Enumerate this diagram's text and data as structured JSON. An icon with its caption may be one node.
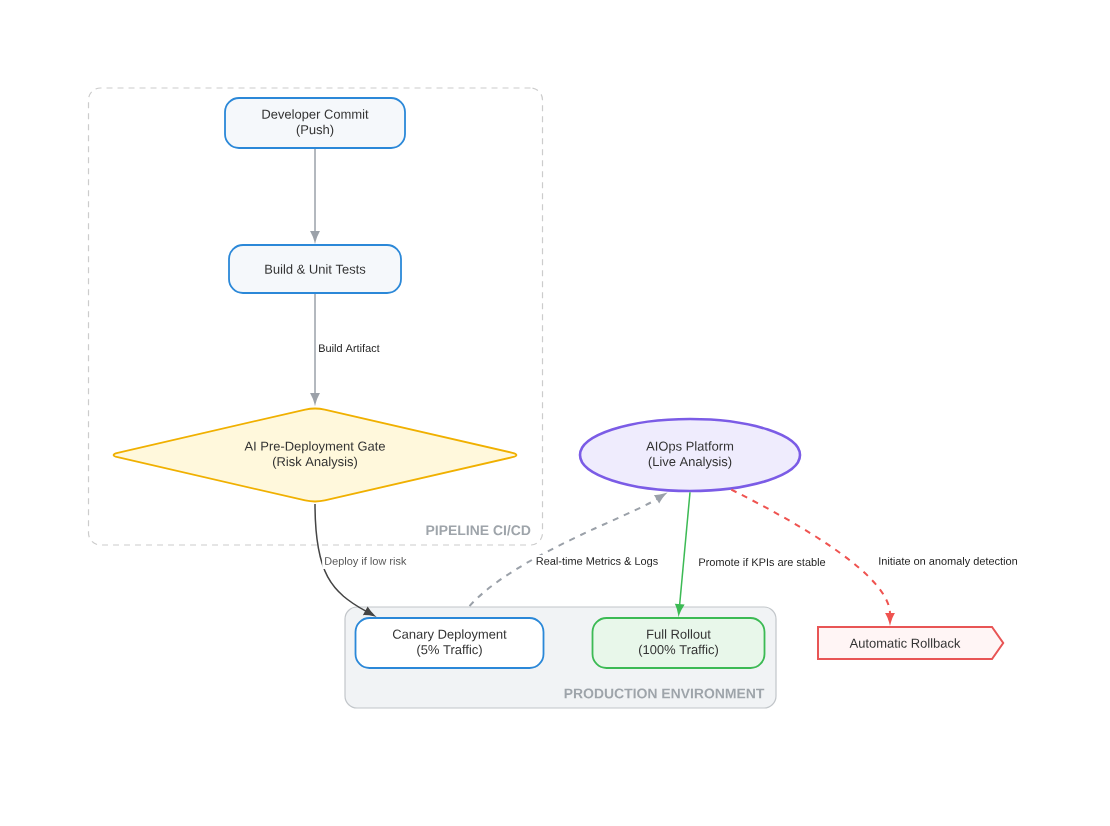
{
  "diagram": {
    "nodes": [
      {
        "text": [
          "PIPELINE CI/CD"
        ]
      },
      {
        "text": [
          "Developer Commit (Push)"
        ],
        "in": 0
      },
      {
        "text": [
          "Build & Unit Tests"
        ],
        "in": 0
      },
      {
        "text": [
          "AI Pre-Deployment Gate (Risk Analysis)"
        ],
        "in": 0
      },
      {
        "text": [
          "AIOps Platform (Live Analysis)"
        ]
      },
      {
        "text": [
          "PRODUCTION ENVIRONMENT"
        ]
      },
      {
        "text": [
          "Canary Deployment (5% Traffic)"
        ],
        "in": 5
      },
      {
        "text": [
          "Full Rollout (100% Traffic)"
        ],
        "in": 5
      },
      {
        "text": [
          "Automatic Rollback"
        ]
      }
    ],
    "edges": [
      {
        "from": 1,
        "to": 2,
        "arrow": "to"
      },
      {
        "from": 2,
        "to": 3,
        "arrow": "to",
        "label": "Build Artifact"
      },
      {
        "from": 3,
        "to": 6,
        "arrow": "to",
        "label": "Deploy if low risk",
        "color": "#444444"
      },
      {
        "from": 6,
        "to": 4,
        "arrow": "to",
        "label": "Real-time Metrics & Logs",
        "style": "dashed"
      },
      {
        "from": 4,
        "to": 7,
        "arrow": "to",
        "label": "Promote if KPIs are stable",
        "color": "#3cba54"
      },
      {
        "from": 4,
        "to": 8,
        "arrow": "to",
        "label": "Initiate on anomaly detection",
        "style": "dashed",
        "color": "#ef5350"
      }
    ]
  }
}
